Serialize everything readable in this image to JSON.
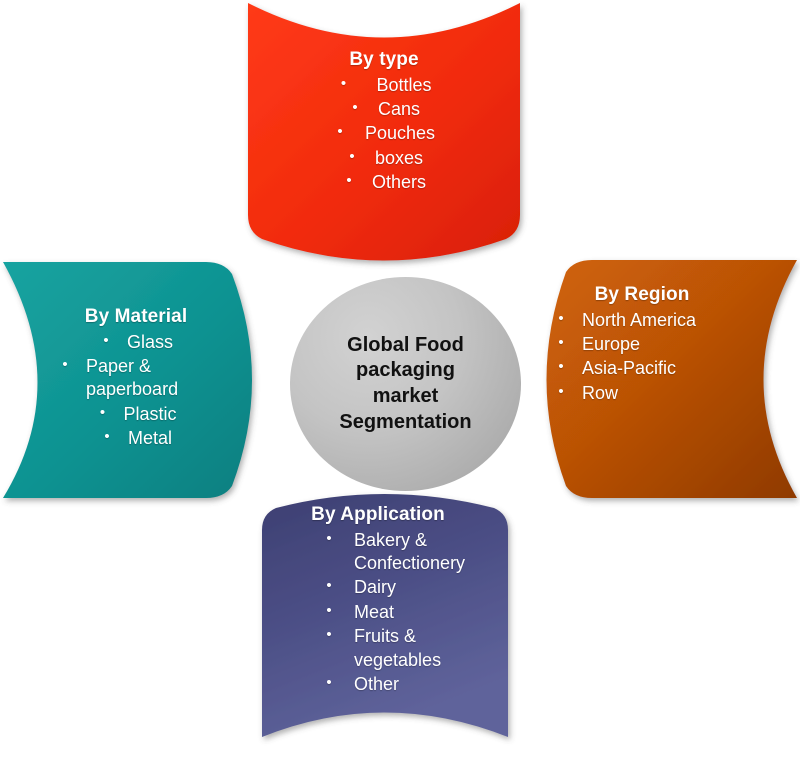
{
  "diagram": {
    "title": "Global Food packaging market Segmentation",
    "center": {
      "label": "Global Food\npackaging\nmarket\nSegmentation",
      "color": "#b8b8b8",
      "text_color": "#111111"
    },
    "panels": {
      "top": {
        "title": "By type",
        "color": "#f02d10",
        "items": [
          "Bottles",
          "Cans",
          "Pouches",
          "boxes",
          "Others"
        ]
      },
      "left": {
        "title": "By Material",
        "color": "#0e9292",
        "items": [
          "Glass",
          "Paper & paperboard",
          "Plastic",
          "Metal"
        ]
      },
      "right": {
        "title": "By Region",
        "color": "#bb5206",
        "items": [
          "North America",
          "Europe",
          "Asia-Pacific",
          "Row"
        ]
      },
      "bottom": {
        "title": "By Application",
        "color": "#4b4e83",
        "items": [
          "Bakery & Confectionery",
          "Dairy",
          "Meat",
          "Fruits & vegetables",
          "Other"
        ]
      }
    },
    "bullet_glyph": "•"
  }
}
